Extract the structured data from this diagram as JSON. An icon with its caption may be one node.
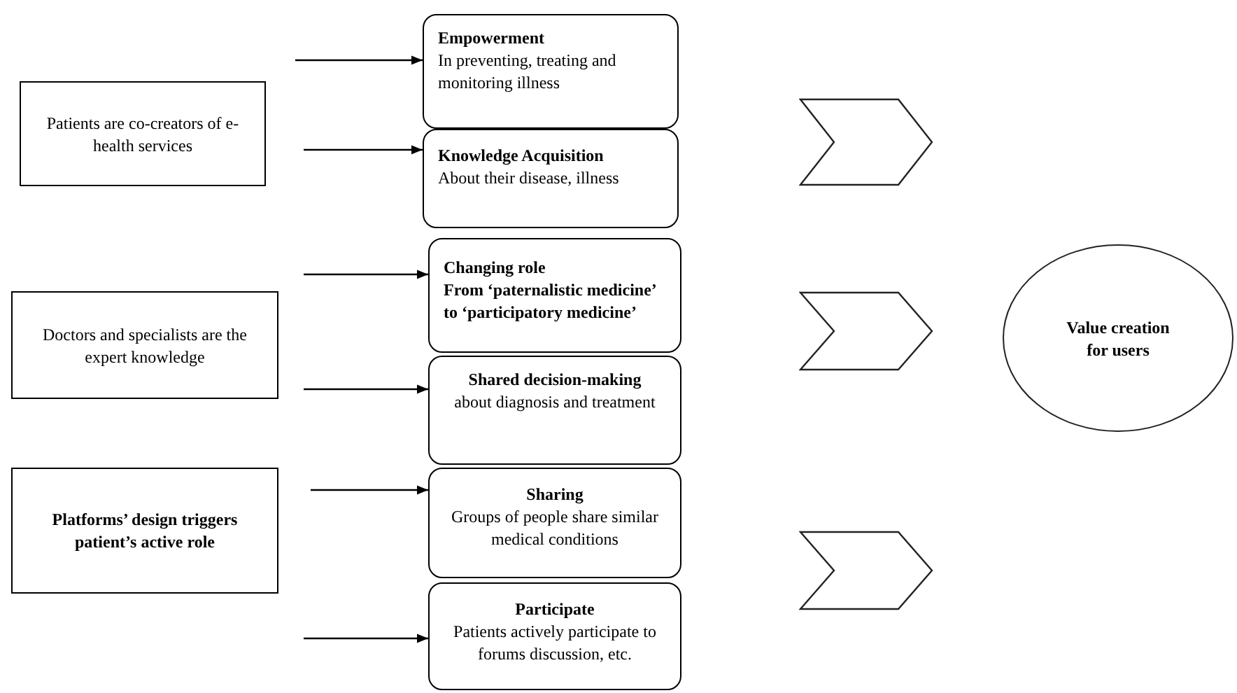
{
  "diagram": {
    "nodes": [
      {
        "text": [
          "Patients are co-creators of e-health services"
        ]
      },
      {
        "text": [
          "Doctors and specialists are the expert knowledge"
        ]
      },
      {
        "text": [
          "Platforms’ design triggers patient’s active role"
        ]
      },
      {
        "text": [
          "Empowerment",
          "In preventing, treating and monitoring illness"
        ]
      },
      {
        "text": [
          "Knowledge Acquisition",
          "About their disease, illness"
        ]
      },
      {
        "text": [
          "Changing role",
          "From ‘paternalistic medicine’ to ‘participatory medicine’"
        ]
      },
      {
        "text": [
          "Shared decision-making",
          "about diagnosis and treatment"
        ]
      },
      {
        "text": [
          "Sharing",
          "Groups of people share similar medical conditions"
        ]
      },
      {
        "text": [
          "Participate",
          "Patients actively participate to forums discussion, etc."
        ]
      },
      {
        "text": [],
        "shape": "chevron"
      },
      {
        "text": [],
        "shape": "chevron"
      },
      {
        "text": [],
        "shape": "chevron"
      },
      {
        "text": [
          "Value creation for users"
        ]
      }
    ],
    "edges": [
      {
        "from": null,
        "to": 3,
        "arrow": "to"
      },
      {
        "from": null,
        "to": 4,
        "arrow": "to"
      },
      {
        "from": null,
        "to": 5,
        "arrow": "to"
      },
      {
        "from": null,
        "to": 6,
        "arrow": "to"
      },
      {
        "from": null,
        "to": 7,
        "arrow": "to"
      },
      {
        "from": null,
        "to": 8,
        "arrow": "to"
      }
    ]
  }
}
